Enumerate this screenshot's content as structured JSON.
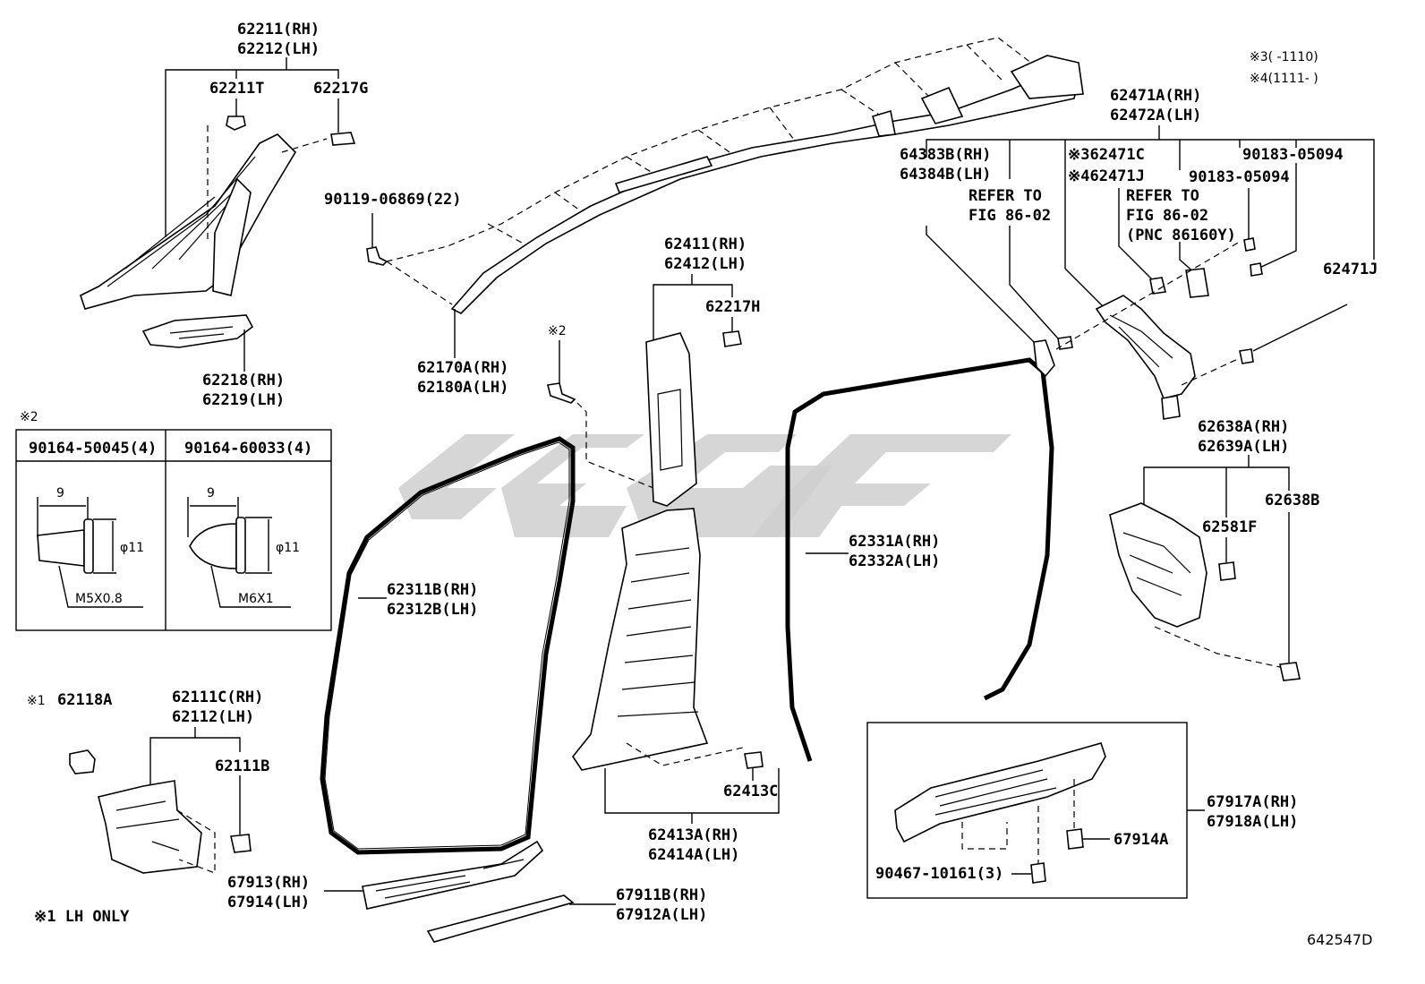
{
  "labels": {
    "l62211": "62211(RH)",
    "l62212": "62212(LH)",
    "l62211T": "62211T",
    "l62217G": "62217G",
    "l62218": "62218(RH)",
    "l62219": "62219(LH)",
    "l90119": "90119-06869(22)",
    "l62170A": "62170A(RH)",
    "l62180A": "62180A(LH)",
    "l62411": "62411(RH)",
    "l62412": "62412(LH)",
    "l62217H": "62217H",
    "star2a": "※2",
    "l62413C": "62413C",
    "l62413A": "62413A(RH)",
    "l62414A": "62414A(LH)",
    "l62311B": "62311B(RH)",
    "l62312B": "62312B(LH)",
    "l62331A": "62331A(RH)",
    "l62332A": "62332A(LH)",
    "l62471A": "62471A(RH)",
    "l62472A": "62472A(LH)",
    "note3": "※3(  -1110)",
    "note4": "※4(1111-  )",
    "l64383B": "64383B(RH)",
    "l64384B": "64384B(LH)",
    "refer1a": "REFER TO",
    "refer1b": "FIG 86-02",
    "l62471C": "※362471C",
    "l62471J_b": "※462471J",
    "refer2a": "REFER TO",
    "refer2b": "FIG 86-02",
    "refer2c": "(PNC 86160Y)",
    "l90183a": "90183-05094",
    "l90183b": "90183-05094",
    "l62471J": "62471J",
    "l62638A": "62638A(RH)",
    "l62639A": "62639A(LH)",
    "l62581F": "62581F",
    "l62638B": "62638B",
    "star2b": "※2",
    "box_col1": "90164-50045(4)",
    "box_col2": "90164-60033(4)",
    "dim9a": "9",
    "dim11a": "φ11",
    "thread1": "M5X0.8",
    "dim9b": "9",
    "dim11b": "φ11",
    "thread2": "M6X1",
    "star1": "※1",
    "l62118A": "62118A",
    "l62111C": "62111C(RH)",
    "l62112": "62112(LH)",
    "l62111B": "62111B",
    "l67913": "67913(RH)",
    "l67914": "67914(LH)",
    "lhonly": "※1 LH ONLY",
    "l67911B": "67911B(RH)",
    "l67912A": "67912A(LH)",
    "l67917A": "67917A(RH)",
    "l67918A": "67918A(LH)",
    "l67914A": "67914A",
    "l90467": "90467-10161(3)",
    "figno": "642547D"
  }
}
